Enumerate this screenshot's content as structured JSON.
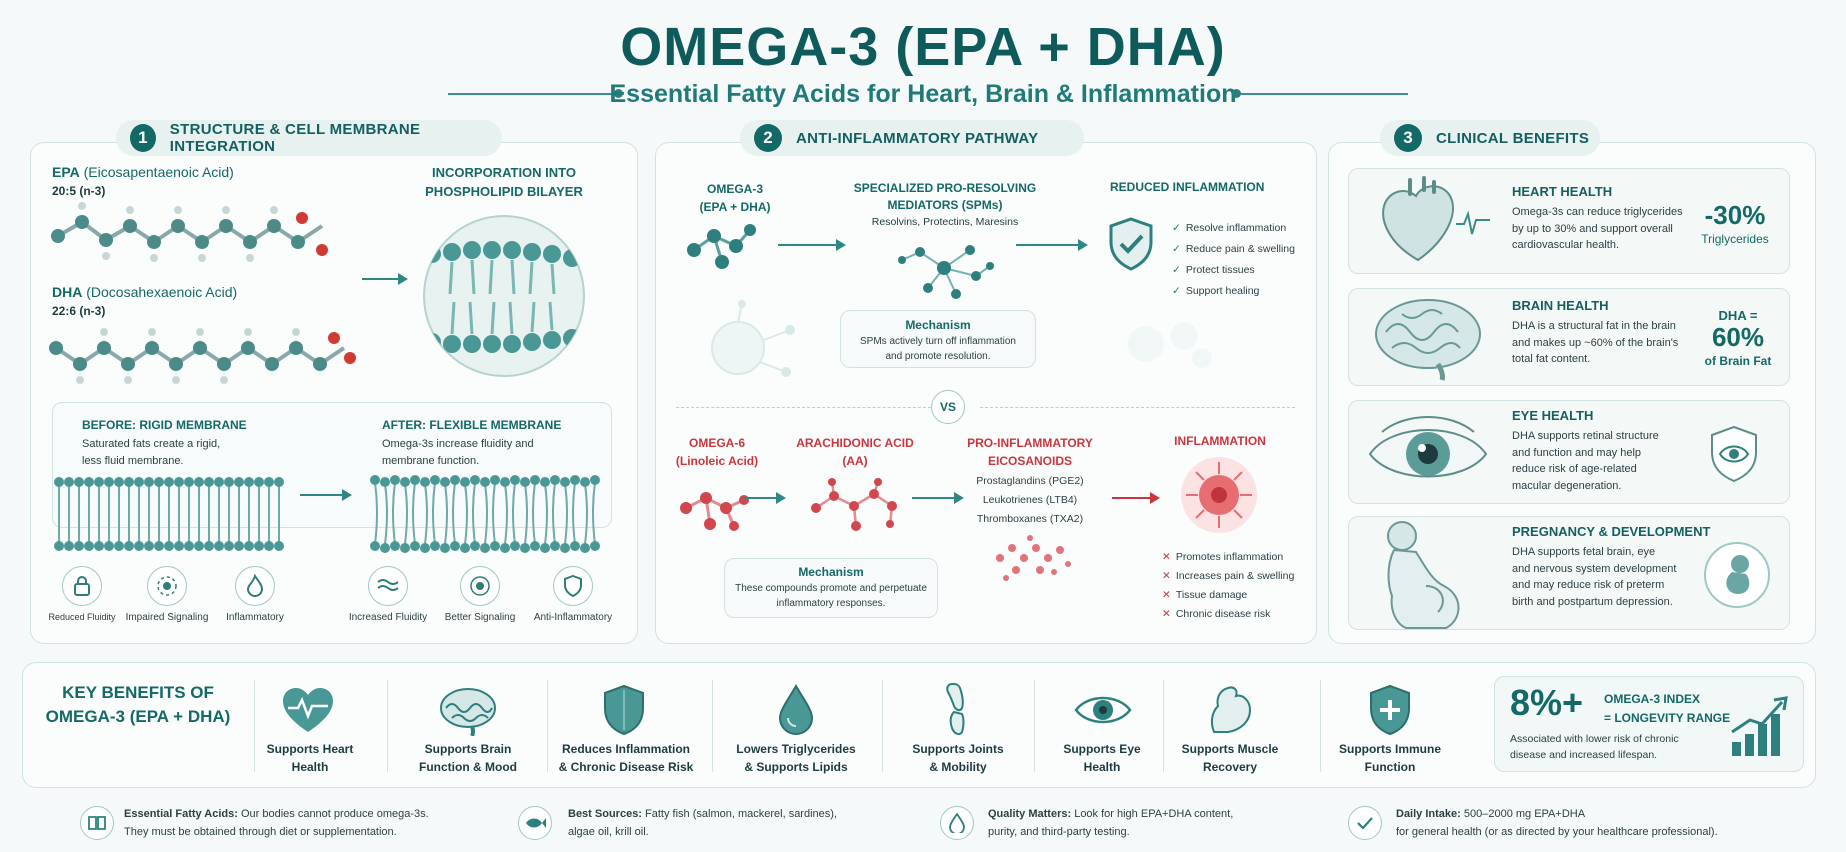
{
  "header": {
    "title": "OMEGA-3 (EPA + DHA)",
    "subtitle": "Essential Fatty Acids for Heart, Brain & Inflammation"
  },
  "section1": {
    "number": "1",
    "title": "STRUCTURE & CELL MEMBRANE INTEGRATION",
    "epa_name": "EPA",
    "epa_full": "(Eicosapentaenoic Acid)",
    "epa_formula": "20:5 (n-3)",
    "dha_name": "DHA",
    "dha_full": "(Docosahexaenoic Acid)",
    "dha_formula": "22:6 (n-3)",
    "incorporation_line1": "INCORPORATION INTO",
    "incorporation_line2": "PHOSPHOLIPID BILAYER",
    "before_title": "BEFORE: RIGID MEMBRANE",
    "before_text_1": "Saturated fats create a rigid,",
    "before_text_2": "less fluid membrane.",
    "after_title": "AFTER: FLEXIBLE MEMBRANE",
    "after_text_1": "Omega-3s increase fluidity and",
    "after_text_2": "membrane function.",
    "icons": [
      {
        "label": "Reduced Fluidity",
        "icon": "lock-icon"
      },
      {
        "label": "Impaired Signaling",
        "icon": "signal-icon"
      },
      {
        "label": "Inflammatory",
        "icon": "flame-icon"
      },
      {
        "label": "Increased Fluidity",
        "icon": "wave-icon"
      },
      {
        "label": "Better Signaling",
        "icon": "signal-icon"
      },
      {
        "label": "Anti-Inflammatory",
        "icon": "shield-icon"
      }
    ]
  },
  "section2": {
    "number": "2",
    "title": "ANTI-INFLAMMATORY PATHWAY",
    "omega3_line1": "OMEGA-3",
    "omega3_line2": "(EPA + DHA)",
    "spm_line1": "SPECIALIZED PRO-RESOLVING",
    "spm_line2": "MEDIATORS (SPMs)",
    "spm_sub": "Resolvins, Protectins, Maresins",
    "reduced_title": "REDUCED INFLAMMATION",
    "reduced_items": [
      "Resolve inflammation",
      "Reduce pain & swelling",
      "Protect tissues",
      "Support healing"
    ],
    "mech1_title": "Mechanism",
    "mech1_text_1": "SPMs actively turn off inflammation",
    "mech1_text_2": "and promote resolution.",
    "vs": "VS",
    "omega6_line1": "OMEGA-6",
    "omega6_line2": "(Linoleic Acid)",
    "aa_line1": "ARACHIDONIC ACID",
    "aa_line2": "(AA)",
    "pro_line1": "PRO-INFLAMMATORY",
    "pro_line2": "EICOSANOIDS",
    "pro_items": [
      "Prostaglandins (PGE2)",
      "Leukotrienes (LTB4)",
      "Thromboxanes (TXA2)"
    ],
    "inflam_title": "INFLAMMATION",
    "inflam_items": [
      "Promotes inflammation",
      "Increases pain & swelling",
      "Tissue damage",
      "Chronic disease risk"
    ],
    "mech2_title": "Mechanism",
    "mech2_text_1": "These compounds promote and perpetuate",
    "mech2_text_2": "inflammatory responses."
  },
  "section3": {
    "number": "3",
    "title": "CLINICAL BENEFITS",
    "cards": [
      {
        "title": "HEART HEALTH",
        "lines": [
          "Omega-3s can reduce triglycerides",
          "by up to 30% and support overall",
          "cardiovascular health."
        ],
        "stat": "-30%",
        "stat_label": "Triglycerides"
      },
      {
        "title": "BRAIN HEALTH",
        "lines": [
          "DHA is a structural fat in the brain",
          "and makes up ~60% of the brain's",
          "total fat content."
        ],
        "stat_pre": "DHA =",
        "stat": "60%",
        "stat_label": "of Brain Fat"
      },
      {
        "title": "EYE HEALTH",
        "lines": [
          "DHA supports retinal structure",
          "and function and may help",
          "reduce risk of age-related",
          "macular degeneration."
        ]
      },
      {
        "title": "PREGNANCY & DEVELOPMENT",
        "lines": [
          "DHA supports fetal brain, eye",
          "and nervous system development",
          "and may reduce risk of preterm",
          "birth and postpartum depression."
        ]
      }
    ]
  },
  "key_benefits": {
    "title_line1": "KEY BENEFITS OF",
    "title_line2": "OMEGA-3 (EPA + DHA)",
    "items": [
      {
        "line1": "Supports Heart",
        "line2": "Health",
        "icon": "heart-icon"
      },
      {
        "line1": "Supports Brain",
        "line2": "Function & Mood",
        "icon": "brain-icon"
      },
      {
        "line1": "Reduces Inflammation",
        "line2": "& Chronic Disease Risk",
        "icon": "shield-icon"
      },
      {
        "line1": "Lowers Triglycerides",
        "line2": "& Supports Lipids",
        "icon": "drop-icon"
      },
      {
        "line1": "Supports Joints",
        "line2": "& Mobility",
        "icon": "joint-icon"
      },
      {
        "line1": "Supports Eye",
        "line2": "Health",
        "icon": "eye-icon"
      },
      {
        "line1": "Supports Muscle",
        "line2": "Recovery",
        "icon": "muscle-icon"
      },
      {
        "line1": "Supports Immune",
        "line2": "Function",
        "icon": "immune-shield-icon"
      }
    ],
    "index_value": "8%+",
    "index_title_1": "OMEGA-3 INDEX",
    "index_title_2": "= LONGEVITY RANGE",
    "index_text_1": "Associated with lower risk of chronic",
    "index_text_2": "disease and increased lifespan."
  },
  "footer": [
    {
      "bold": "Essential Fatty Acids:",
      "text_1": " Our bodies cannot produce omega-3s.",
      "text_2": "They must be obtained through diet or supplementation.",
      "icon": "book-icon"
    },
    {
      "bold": "Best Sources:",
      "text_1": " Fatty fish (salmon, mackerel, sardines),",
      "text_2": "algae oil, krill oil.",
      "icon": "fish-icon"
    },
    {
      "bold": "Quality Matters:",
      "text_1": " Look for high EPA+DHA content,",
      "text_2": "purity, and third-party testing.",
      "icon": "drop-icon"
    },
    {
      "bold": "Daily Intake:",
      "text_1": " 500–2000 mg EPA+DHA",
      "text_2": "for general health (or as directed by your healthcare professional).",
      "icon": "check-icon"
    }
  ],
  "colors": {
    "teal": "#136966",
    "red": "#c9373e",
    "background": "#f5f9f9"
  }
}
